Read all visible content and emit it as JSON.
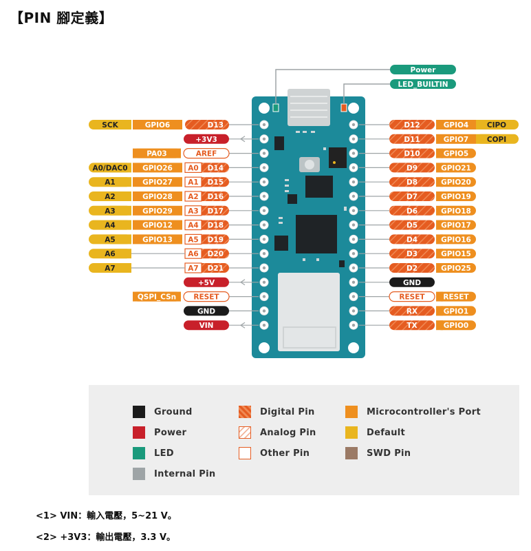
{
  "title": "【PIN 腳定義】",
  "colors": {
    "ground": "#1b1b1b",
    "power": "#c8202a",
    "led": "#1a9a7c",
    "internal": "#9ea4a6",
    "digital": "#e55c21",
    "analog_border": "#e55c21",
    "mcu": "#ee8f1f",
    "default": "#e9b51f",
    "swd": "#9b7a65",
    "board": "#1c8a9a"
  },
  "top_labels": [
    {
      "id": "power",
      "text": "Power",
      "color": "#1a9a7c"
    },
    {
      "id": "led",
      "text": "LED_BUILTIN",
      "color": "#1a9a7c"
    }
  ],
  "left_rows": [
    {
      "default": "SCK",
      "mcu": "GPIO6",
      "analog": "",
      "digital": "D13"
    },
    {
      "power": "+3V3",
      "arrow": true
    },
    {
      "mcu": "PA03",
      "other": "AREF"
    },
    {
      "default": "A0/DAC0",
      "mcu": "GPIO26",
      "analog": "A0",
      "digital": "D14"
    },
    {
      "default": "A1",
      "mcu": "GPIO27",
      "analog": "A1",
      "digital": "D15"
    },
    {
      "default": "A2",
      "mcu": "GPIO28",
      "analog": "A2",
      "digital": "D16"
    },
    {
      "default": "A3",
      "mcu": "GPIO29",
      "analog": "A3",
      "digital": "D17"
    },
    {
      "default": "A4",
      "mcu": "GPIO12",
      "analog": "A4",
      "digital": "D18"
    },
    {
      "default": "A5",
      "mcu": "GPIO13",
      "analog": "A5",
      "digital": "D19"
    },
    {
      "default": "A6",
      "line": true,
      "analog": "A6",
      "digital": "D20"
    },
    {
      "default": "A7",
      "line": true,
      "analog": "A7",
      "digital": "D21"
    },
    {
      "power": "+5V",
      "arrow": true
    },
    {
      "mcu": "QSPI_CSn",
      "other": "RESET"
    },
    {
      "ground": "GND"
    },
    {
      "power": "VIN",
      "arrow": true
    }
  ],
  "right_rows": [
    {
      "digital": "D12",
      "mcu": "GPIO4",
      "default": "CIPO"
    },
    {
      "digital": "D11",
      "mcu": "GPIO7",
      "default": "COPI"
    },
    {
      "digital": "D10",
      "mcu": "GPIO5"
    },
    {
      "digital": "D9",
      "mcu": "GPIO21"
    },
    {
      "digital": "D8",
      "mcu": "GPIO20"
    },
    {
      "digital": "D7",
      "mcu": "GPIO19"
    },
    {
      "digital": "D6",
      "mcu": "GPIO18"
    },
    {
      "digital": "D5",
      "mcu": "GPIO17"
    },
    {
      "digital": "D4",
      "mcu": "GPIO16"
    },
    {
      "digital": "D3",
      "mcu": "GPIO15"
    },
    {
      "digital": "D2",
      "mcu": "GPIO25"
    },
    {
      "ground": "GND"
    },
    {
      "other": "RESET",
      "mcu": "RESET"
    },
    {
      "digital": "RX",
      "mcu": "GPIO1"
    },
    {
      "digital": "TX",
      "mcu": "GPIO0"
    }
  ],
  "legend": [
    {
      "label": "Ground",
      "swatch": "ground",
      "icon": "ground-swatch"
    },
    {
      "label": "Digital Pin",
      "swatch": "digital",
      "icon": "digital-swatch"
    },
    {
      "label": "Microcontroller's Port",
      "swatch": "mcu",
      "icon": "mcu-swatch"
    },
    {
      "label": "Power",
      "swatch": "power",
      "icon": "power-swatch"
    },
    {
      "label": "Analog Pin",
      "swatch": "analog",
      "icon": "analog-swatch"
    },
    {
      "label": "Default",
      "swatch": "default",
      "icon": "default-swatch"
    },
    {
      "label": "LED",
      "swatch": "led",
      "icon": "led-swatch"
    },
    {
      "label": "Other Pin",
      "swatch": "other",
      "icon": "other-swatch"
    },
    {
      "label": "SWD Pin",
      "swatch": "swd",
      "icon": "swd-swatch"
    },
    {
      "label": "Internal Pin",
      "swatch": "internal",
      "icon": "internal-swatch"
    }
  ],
  "notes": [
    "<1> VIN：輸入電壓，5~21 V。",
    "<2> +3V3：輸出電壓，3.3 V。"
  ]
}
